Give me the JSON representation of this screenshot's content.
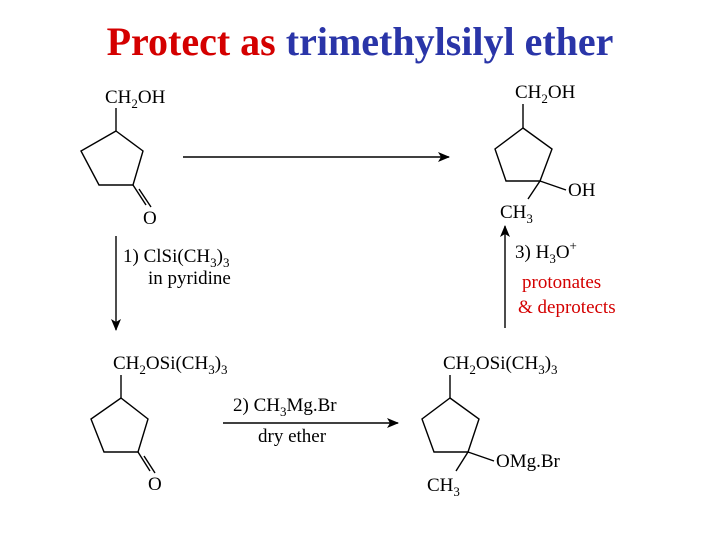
{
  "title": {
    "part1": "Protect as",
    "part2": "trimethylsilyl ether",
    "part1_color": "#d40000",
    "part2_color": "#2a35a8"
  },
  "molecules": {
    "start": {
      "substituent": "CH2OH",
      "oxygen": "O"
    },
    "product": {
      "substituent": "CH2OH",
      "hydroxyl": "OH",
      "methyl": "CH3"
    },
    "protected": {
      "substituent": "CH2OSi(CH3)3",
      "oxygen": "O"
    },
    "alkoxide": {
      "substituent": "CH2OSi(CH3)3",
      "alkoxide": "OMg.Br",
      "methyl": "CH3"
    }
  },
  "steps": {
    "step1_line1": "1) ClSi(CH3)3",
    "step1_line2": "in pyridine",
    "step2_line1": "2) CH3Mg.Br",
    "step2_line2": "dry ether",
    "step3_line1": "3) H3O+",
    "step3_note1": "protonates",
    "step3_note2": "& deprotects",
    "note_color": "#d40000"
  }
}
